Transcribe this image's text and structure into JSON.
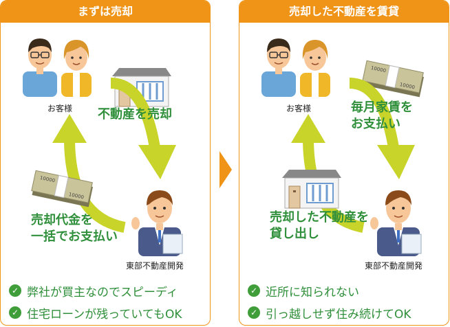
{
  "left_panel": {
    "title": "まずは売却",
    "customer_label": "お客様",
    "company_label": "東部不動産開発",
    "step_sell": "不動産を売却",
    "step_pay_line1": "売却代金を",
    "step_pay_line2": "一括でお支払い",
    "checks": [
      "弊社が買主なのでスピーディ",
      "住宅ローンが残っていてもOK"
    ]
  },
  "right_panel": {
    "title": "売却した不動産を賃貸",
    "customer_label": "お客様",
    "company_label": "東部不動産開発",
    "step_rent_line1": "毎月家賃を",
    "step_rent_line2": "お支払い",
    "step_lease_line1": "売却した不動産を",
    "step_lease_line2": "貸し出し",
    "checks": [
      "近所に知られない",
      "引っ越しせず住み続けてOK"
    ]
  },
  "money_text": "10000",
  "colors": {
    "accent": "#ef9417",
    "arrow": "#c9d42a",
    "text_green": "#2f8f3a",
    "check": "#3f9e3a"
  }
}
